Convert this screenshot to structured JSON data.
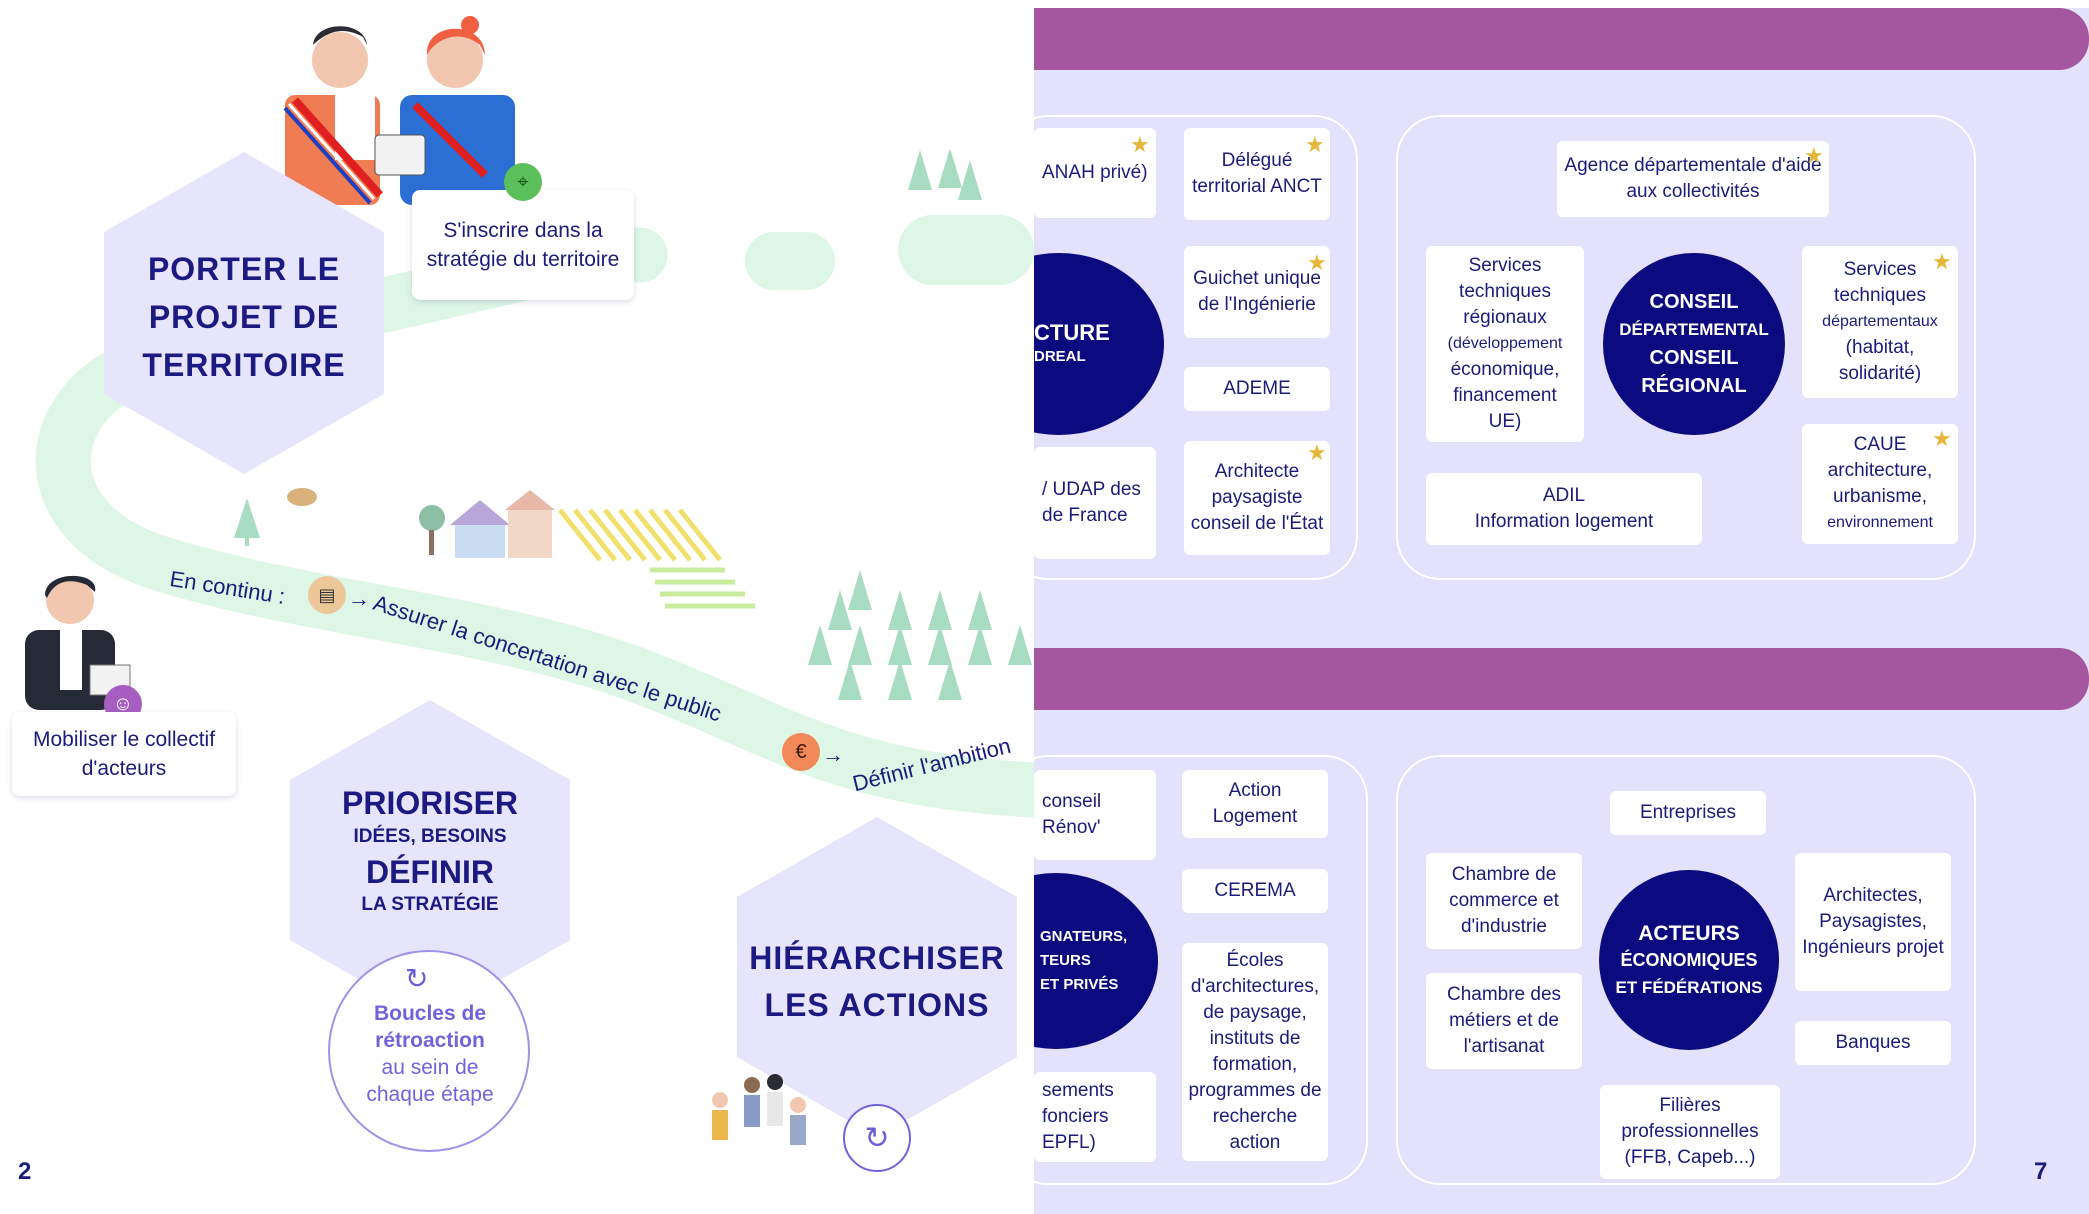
{
  "left": {
    "page_number": "2",
    "hex_porter": [
      "PORTER LE",
      "PROJET DE",
      "TERRITOIRE"
    ],
    "card_strategy": "S'inscrire dans la stratégie du territoire",
    "card_mobiliser": "Mobiliser le collectif d'acteurs",
    "path_label_prefix": "En continu :",
    "path_label_text": "Assurer la concertation avec le public",
    "ambition_text": "Définir l'ambition",
    "hex_prioriser": {
      "line1": "PRIORISER",
      "line2": "IDÉES, BESOINS",
      "line3": "DÉFINIR",
      "line4": "LA STRATÉGIE"
    },
    "loop_circle": {
      "bold": "Boucles de rétroaction",
      "rest": "au sein de chaque étape"
    },
    "hex_hierarchiser": [
      "HIÉRARCHISER",
      "LES ACTIONS"
    ]
  },
  "right": {
    "page_number": "7",
    "top_left_panel": {
      "circle": [
        "CTURE",
        "DREAL"
      ],
      "cards": [
        "ANAH privé)",
        "Délégué territorial ANCT",
        "Guichet unique de l'Ingénierie",
        "ADEME",
        "/ UDAP des de France",
        "Architecte paysagiste conseil de l'État"
      ]
    },
    "top_right_panel": {
      "circle": [
        "CONSEIL",
        "DÉPARTEMENTAL",
        "CONSEIL",
        "RÉGIONAL"
      ],
      "agence": "Agence départementale d'aide aux collectivités",
      "services_regionaux": [
        "Services",
        "techniques",
        "régionaux",
        "(développement",
        "économique,",
        "financement",
        "UE)"
      ],
      "services_dep": [
        "Services",
        "techniques",
        "départementaux",
        "(habitat,",
        "solidarité)"
      ],
      "adil": [
        "ADIL",
        "Information logement"
      ],
      "caue": [
        "CAUE",
        "architecture,",
        "urbanisme,",
        "environnement"
      ]
    },
    "bottom_left_panel": {
      "circle": [
        "GNATEURS,",
        "TEURS",
        "ET PRIVÉS"
      ],
      "cards": [
        "conseil Rénov'",
        "Action Logement",
        "CEREMA",
        "Écoles d'architectures, de paysage, instituts de formation, programmes de recherche action",
        "sements fonciers EPFL)"
      ]
    },
    "bottom_right_panel": {
      "circle": [
        "ACTEURS",
        "ÉCONOMIQUES",
        "ET FÉDÉRATIONS"
      ],
      "entreprises": "Entreprises",
      "chambre_commerce": "Chambre de commerce et d'industrie",
      "chambre_metiers": "Chambre des métiers et de l'artisanat",
      "architectes": "Architectes, Paysagistes, Ingénieurs projet",
      "banques": "Banques",
      "filieres": "Filières professionnelles (FFB, Capeb...)"
    }
  },
  "colors": {
    "navy": "#0b0b7f",
    "purple_bar": "#a4569f",
    "lavender": "#e3e1fb",
    "hex": "#e6e5fb",
    "path": "#ddf6e6",
    "star": "#e4b73a"
  }
}
